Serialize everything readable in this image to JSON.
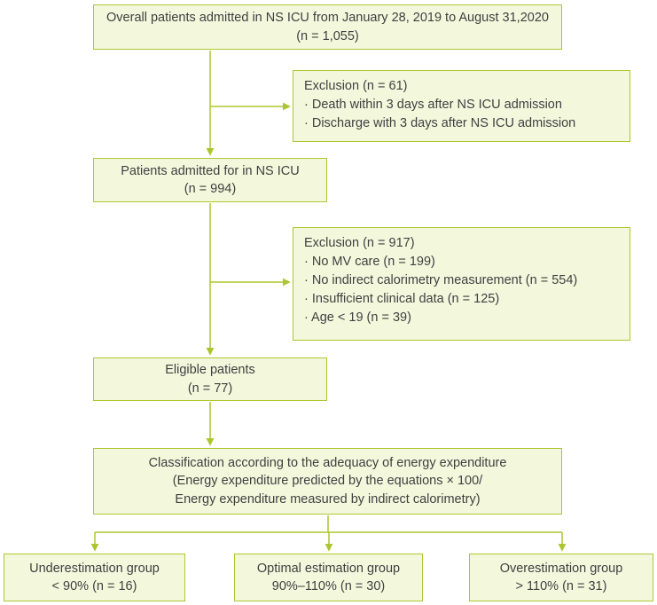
{
  "colors": {
    "box_fill": "#f3f8dd",
    "box_border": "#adc62f",
    "connector": "#adc62f",
    "text": "#3f3f3f"
  },
  "flow": {
    "top_box": {
      "line1": "Overall patients admitted in NS ICU from January 28, 2019 to August 31,2020",
      "line2": "(n = 1,055)"
    },
    "exclusion1": {
      "title": "Exclusion (n = 61)",
      "items": [
        "· Death within 3 days after NS ICU admission",
        "· Discharge with 3 days after NS ICU admission"
      ]
    },
    "admitted_box": {
      "line1": "Patients admitted for in NS ICU",
      "line2": "(n = 994)"
    },
    "exclusion2": {
      "title": "Exclusion (n = 917)",
      "items": [
        "· No MV care (n = 199)",
        "· No indirect calorimetry measurement (n = 554)",
        "· Insufficient clinical data (n = 125)",
        "· Age < 19 (n = 39)"
      ]
    },
    "eligible_box": {
      "line1": "Eligible patients",
      "line2": "(n = 77)"
    },
    "classification_box": {
      "line1": "Classification according to the adequacy of energy expenditure",
      "line2": "(Energy expenditure predicted by the equations × 100/",
      "line3": "Energy expenditure measured by indirect calorimetry)"
    },
    "underestimation_box": {
      "line1": "Underestimation group",
      "line2": "< 90% (n = 16)"
    },
    "optimal_box": {
      "line1": "Optimal estimation group",
      "line2": "90%–110% (n = 30)"
    },
    "overestimation_box": {
      "line1": "Overestimation group",
      "line2": "> 110% (n = 31)"
    }
  }
}
